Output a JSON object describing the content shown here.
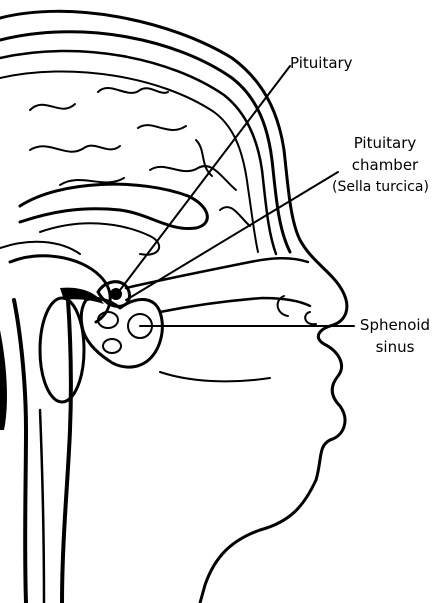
{
  "labels": {
    "pituitary": "Pituitary",
    "pituitary_chamber_line1": "Pituitary",
    "pituitary_chamber_line2": "chamber",
    "pituitary_chamber_line3": "(Sella turcica)",
    "sphenoid_line1": "Sphenoid",
    "sphenoid_line2": "sinus"
  },
  "colors": {
    "ink": "#000000",
    "background": "#ffffff"
  }
}
